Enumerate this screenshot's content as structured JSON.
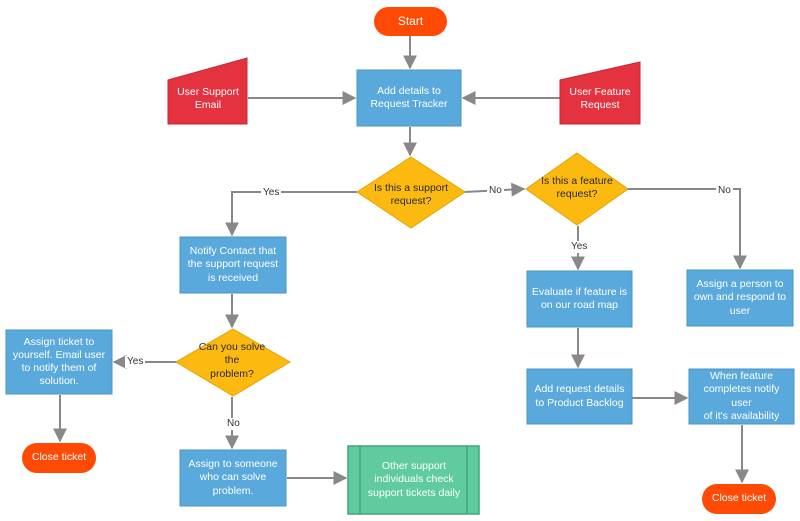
{
  "colors": {
    "terminal": "#ff4a06",
    "process": "#5aa9dc",
    "process_border": "#4a94c6",
    "decision": "#fcb90f",
    "decision_border": "#e4a306",
    "input": "#e5323f",
    "input_border": "#c82633",
    "subprocess": "#5fcb9f",
    "subprocess_border": "#3fa77c",
    "arrow": "#888888"
  },
  "nodes": {
    "start": "Start",
    "add_details": "Add details to\nRequest Tracker",
    "user_support_email": "User Support\nEmail",
    "user_feature_request": "User Feature\nRequest",
    "is_support": "Is this a support\nrequest?",
    "is_feature": "Is this a feature\nrequest?",
    "notify_contact": "Notify Contact that\nthe support request\nis received",
    "assign_person": "Assign a person to\nown and respond to\nuser",
    "evaluate_feature": "Evaluate if feature is\non our road map",
    "can_you_solve": "Can you solve the\nproblem?",
    "assign_ticket_self": "Assign ticket to\nyourself. Email user\nto notify them of\nsolution.",
    "add_request_backlog": "Add request details\nto  Product Backlog",
    "notify_user_feature": "When feature\ncompletes notify user\nof it's availability",
    "close_ticket_left": "Close ticket",
    "assign_someone": "Assign to someone\nwho can solve\nproblem.",
    "other_support": "Other support\nindividuals check\nsupport tickets daily",
    "close_ticket_right": "Close ticket"
  },
  "edge_labels": {
    "support_yes": "Yes",
    "support_no": "No",
    "feature_no": "No",
    "feature_yes": "Yes",
    "solve_yes": "Yes",
    "solve_no": "No"
  }
}
